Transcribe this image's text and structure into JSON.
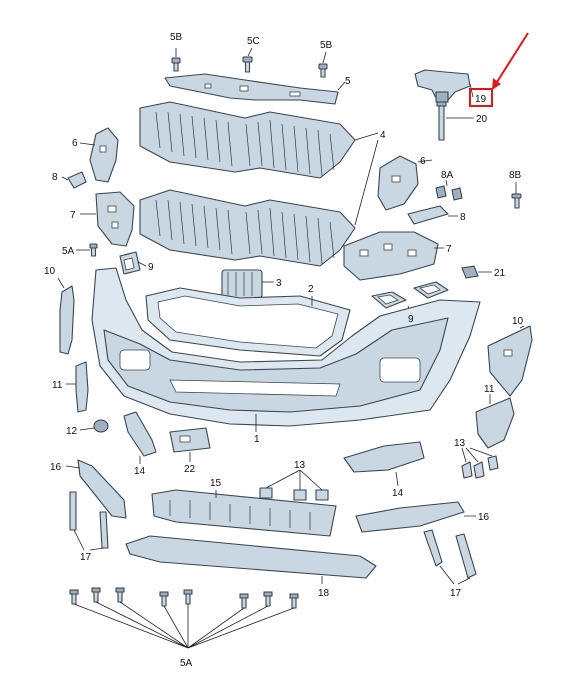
{
  "highlight": {
    "color": "#e01818",
    "part_label": "19"
  },
  "labels": {
    "5B_left": "5B",
    "5C": "5C",
    "5B_right": "5B",
    "5_top": "5",
    "19": "19",
    "20": "20",
    "4": "4",
    "6_left": "6",
    "6_right": "6",
    "8A": "8A",
    "8B": "8B",
    "8_left": "8",
    "8_right": "8",
    "7_left": "7",
    "7_right": "7",
    "5A_mid": "5A",
    "9_left": "9",
    "9_right": "9",
    "21": "21",
    "10_left": "10",
    "10_right": "10",
    "3": "3",
    "2": "2",
    "11_left": "11",
    "11_right": "11",
    "1": "1",
    "12": "12",
    "13_top": "13",
    "13_right": "13",
    "14_left": "14",
    "14_right": "14",
    "22": "22",
    "15": "15",
    "16_left": "16",
    "16_right": "16",
    "17_left": "17",
    "17_right": "17",
    "18": "18",
    "5A_bottom": "5A"
  }
}
